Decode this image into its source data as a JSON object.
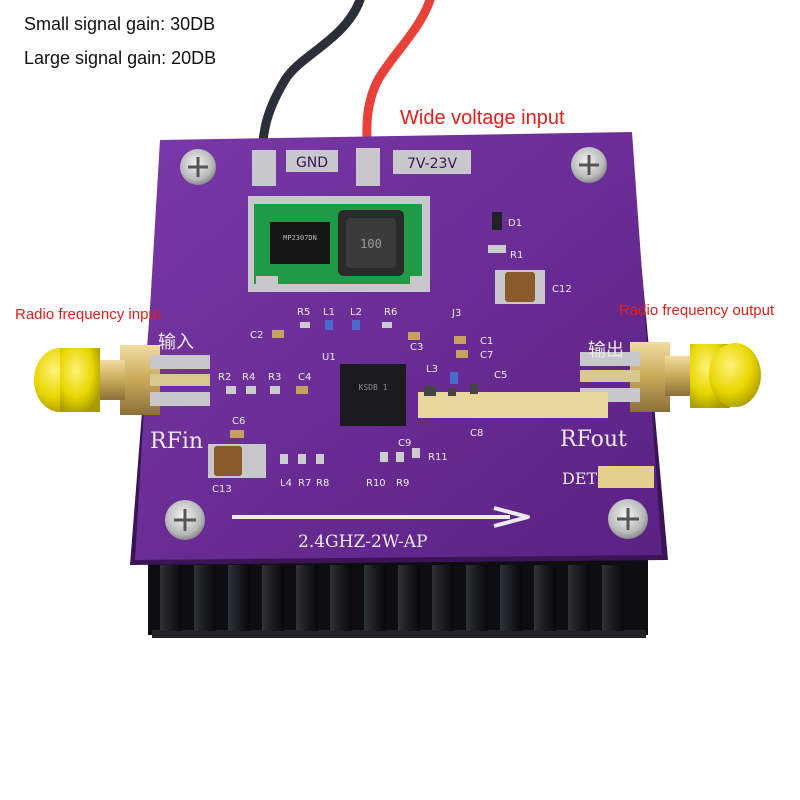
{
  "captions": {
    "small_signal_gain": "Small signal gain: 30DB",
    "large_signal_gain": "Large signal gain: 20DB",
    "wide_voltage_input": "Wide voltage input",
    "rf_input": "Radio frequency input",
    "rf_output": "Radio frequency output"
  },
  "board": {
    "gnd_label": "GND",
    "voltage_label": "7V-23V",
    "input_chinese": "输入",
    "output_chinese": "输出",
    "rfin_label": "RFin",
    "rfout_label": "RFout",
    "det_label": "DET",
    "model_label": "2.4GHZ-2W-AP",
    "module_chip_text": "MP2307DN",
    "inductor_text": "100",
    "ic_text": "KSDB 1",
    "designators": {
      "r5": "R5",
      "l1": "L1",
      "l2": "L2",
      "r6": "R6",
      "j3": "J3",
      "d1": "D1",
      "r1": "R1",
      "c12": "C12",
      "c2": "C2",
      "c3": "C3",
      "c1": "C1",
      "c7": "C7",
      "u1": "U1",
      "l3": "L3",
      "c5": "C5",
      "r2": "R2",
      "r4": "R4",
      "r3": "R3",
      "c4": "C4",
      "c6": "C6",
      "c8": "C8",
      "c9": "C9",
      "r11": "R11",
      "r10": "R10",
      "r9": "R9",
      "l4": "L4",
      "r7": "R7",
      "r8": "R8",
      "c13": "C13"
    }
  },
  "colors": {
    "pcb": "#6a2c95",
    "silkscreen": "#ececec",
    "sma_connector": "#e8d600",
    "heatsink": "#15151a",
    "wire_red": "#e8413a",
    "wire_black": "#2a2f3a",
    "caption_red": "#e0201c"
  }
}
